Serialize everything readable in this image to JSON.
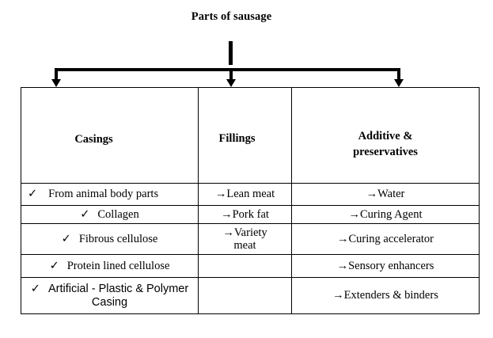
{
  "diagram": {
    "title": "Parts of sausage",
    "connector": {
      "branch_count": 3,
      "arrow_icon": "down-arrow-icon"
    }
  },
  "table": {
    "columns": [
      {
        "key": "casings",
        "header": "Casings"
      },
      {
        "key": "fillings",
        "header": "Fillings"
      },
      {
        "key": "additive",
        "header": "Additive &\npreservatives"
      }
    ],
    "header_additive_line1": "Additive &",
    "header_additive_line2": "preservatives",
    "bullet_check": "✓",
    "bullet_arrow": "→",
    "rows": [
      {
        "casings": "From animal body parts",
        "fillings": "Lean meat",
        "additive": "Water"
      },
      {
        "casings": "Collagen",
        "fillings": "Pork fat",
        "additive": "Curing Agent"
      },
      {
        "casings": "Fibrous cellulose",
        "fillings_line1": "Variety",
        "fillings_line2": "meat",
        "additive": "Curing accelerator"
      },
      {
        "casings": "Protein lined cellulose",
        "fillings": "",
        "additive": "Sensory enhancers"
      },
      {
        "casings_line1": "Artificial - Plastic & Polymer",
        "casings_line2": "Casing",
        "fillings": "",
        "additive": "Extenders & binders"
      }
    ]
  },
  "colors": {
    "ink": "#000000",
    "background": "#ffffff"
  }
}
